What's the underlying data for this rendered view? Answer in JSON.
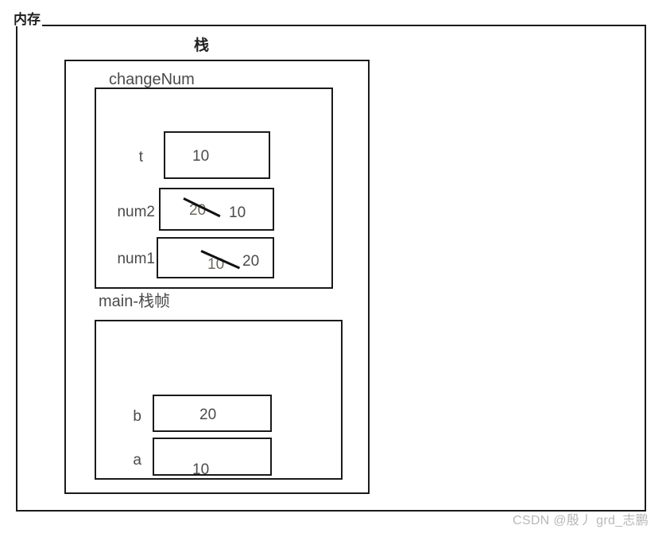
{
  "diagram": {
    "title": "内存",
    "watermark": "CSDN @殷丿 grd_志鹏",
    "regions": {
      "memory": {
        "label": "内存"
      },
      "stack": {
        "label": "栈"
      },
      "change_num_frame": {
        "label": "changeNum"
      },
      "main_frame": {
        "label": "main-栈帧"
      }
    },
    "slots": {
      "t": {
        "name": "t",
        "value": "10"
      },
      "num2": {
        "name": "num2",
        "old_value": "20",
        "new_value": "10",
        "struck": true
      },
      "num1": {
        "name": "num1",
        "old_value": "10",
        "new_value": "20",
        "struck": true
      },
      "b": {
        "name": "b",
        "value": "20"
      },
      "a": {
        "name": "a",
        "value": "10"
      }
    }
  },
  "colors": {
    "stroke": "#1a1a1a",
    "text": "#4a4a4a",
    "watermark": "#b8b8b8",
    "background": "#ffffff"
  }
}
